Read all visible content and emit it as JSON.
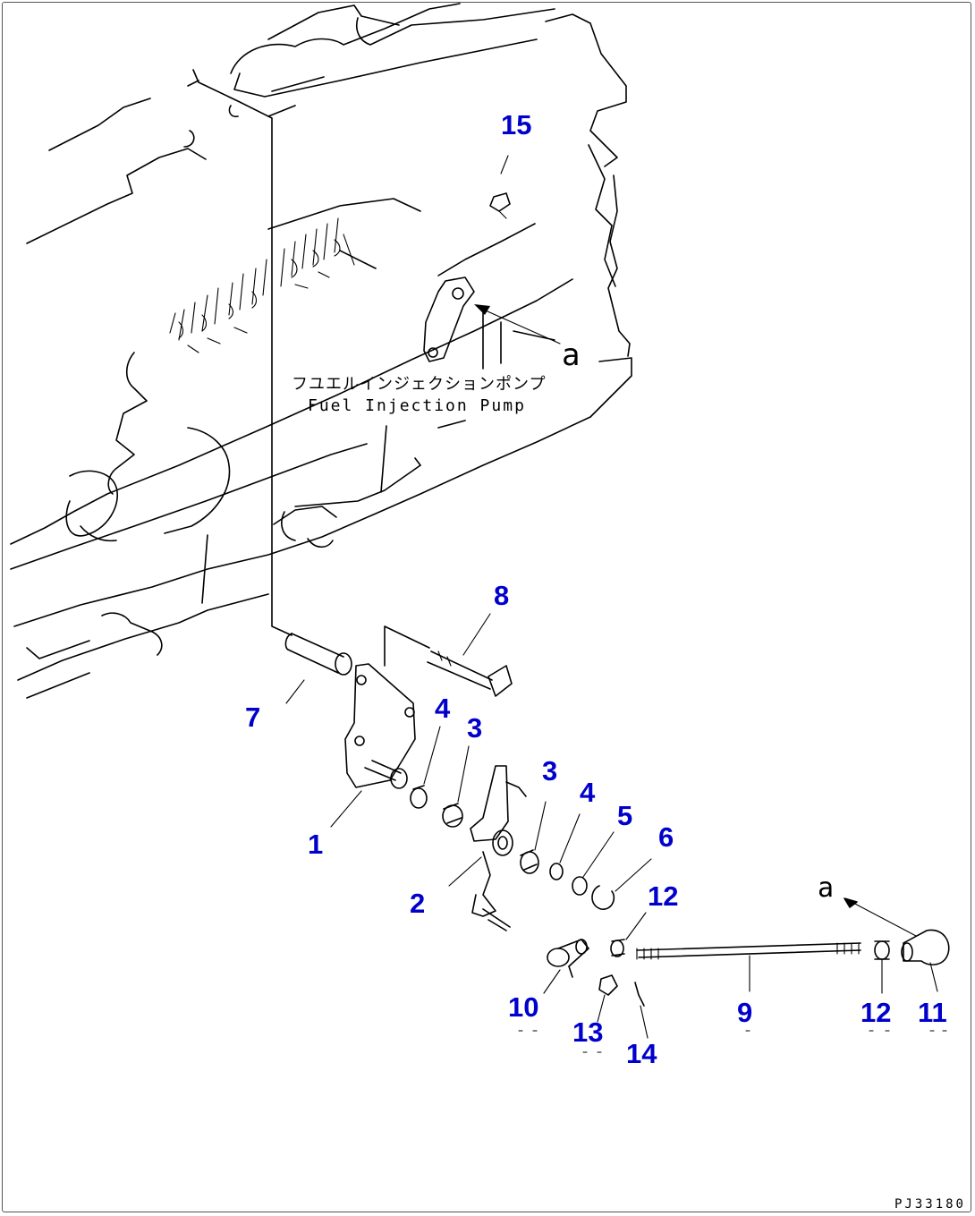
{
  "assembly_title_jp": "フユエルインジェクションポンプ",
  "assembly_title_en": "Fuel Injection Pump",
  "view_reference": "a",
  "drawing_code": "PJ33180",
  "callout_color": "#0000cc",
  "callouts": [
    {
      "id": "c15",
      "text": "15"
    },
    {
      "id": "c8",
      "text": "8"
    },
    {
      "id": "c7",
      "text": "7"
    },
    {
      "id": "c4a",
      "text": "4"
    },
    {
      "id": "c3a",
      "text": "3"
    },
    {
      "id": "c3b",
      "text": "3"
    },
    {
      "id": "c4b",
      "text": "4"
    },
    {
      "id": "c5",
      "text": "5"
    },
    {
      "id": "c6",
      "text": "6"
    },
    {
      "id": "c1",
      "text": "1"
    },
    {
      "id": "c2",
      "text": "2"
    },
    {
      "id": "c12a",
      "text": "12"
    },
    {
      "id": "c10",
      "text": "10"
    },
    {
      "id": "c13",
      "text": "13"
    },
    {
      "id": "c14",
      "text": "14"
    },
    {
      "id": "c9",
      "text": "9"
    },
    {
      "id": "c12b",
      "text": "12"
    },
    {
      "id": "c11",
      "text": "11"
    }
  ]
}
